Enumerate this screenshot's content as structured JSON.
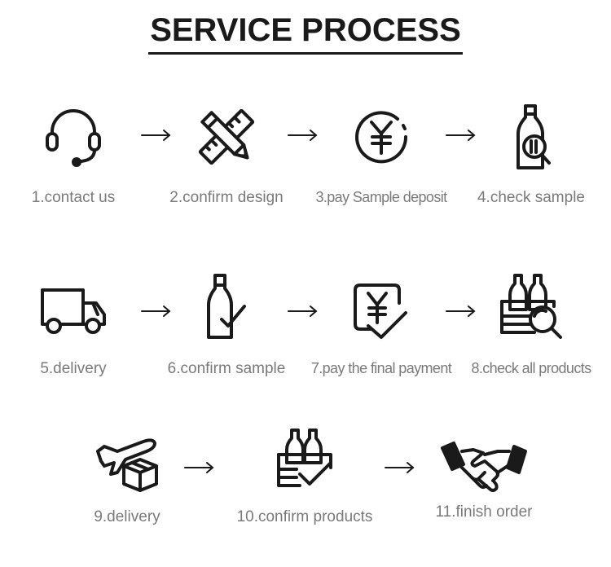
{
  "title": "SERVICE PROCESS",
  "steps": [
    {
      "label": "1.contact us",
      "icon": "headset-icon"
    },
    {
      "label": "2.confirm design",
      "icon": "pencil-ruler-icon"
    },
    {
      "label": "3.pay Sample deposit",
      "icon": "yen-coin-icon"
    },
    {
      "label": "4.check sample",
      "icon": "bottle-magnifier-icon"
    },
    {
      "label": "5.delivery",
      "icon": "truck-icon"
    },
    {
      "label": "6.confirm sample",
      "icon": "bottle-check-icon"
    },
    {
      "label": "7.pay the final payment",
      "icon": "yen-check-icon"
    },
    {
      "label": "8.check all products",
      "icon": "crate-magnifier-icon"
    },
    {
      "label": "9.delivery",
      "icon": "airplane-box-icon"
    },
    {
      "label": "10.confirm products",
      "icon": "crate-check-icon"
    },
    {
      "label": "11.finish order",
      "icon": "handshake-icon"
    }
  ],
  "arrow_icon": "arrow-right-icon",
  "colors": {
    "icon": "#1a1a1a",
    "label": "#7a7a7a",
    "title": "#1a1a1a"
  }
}
